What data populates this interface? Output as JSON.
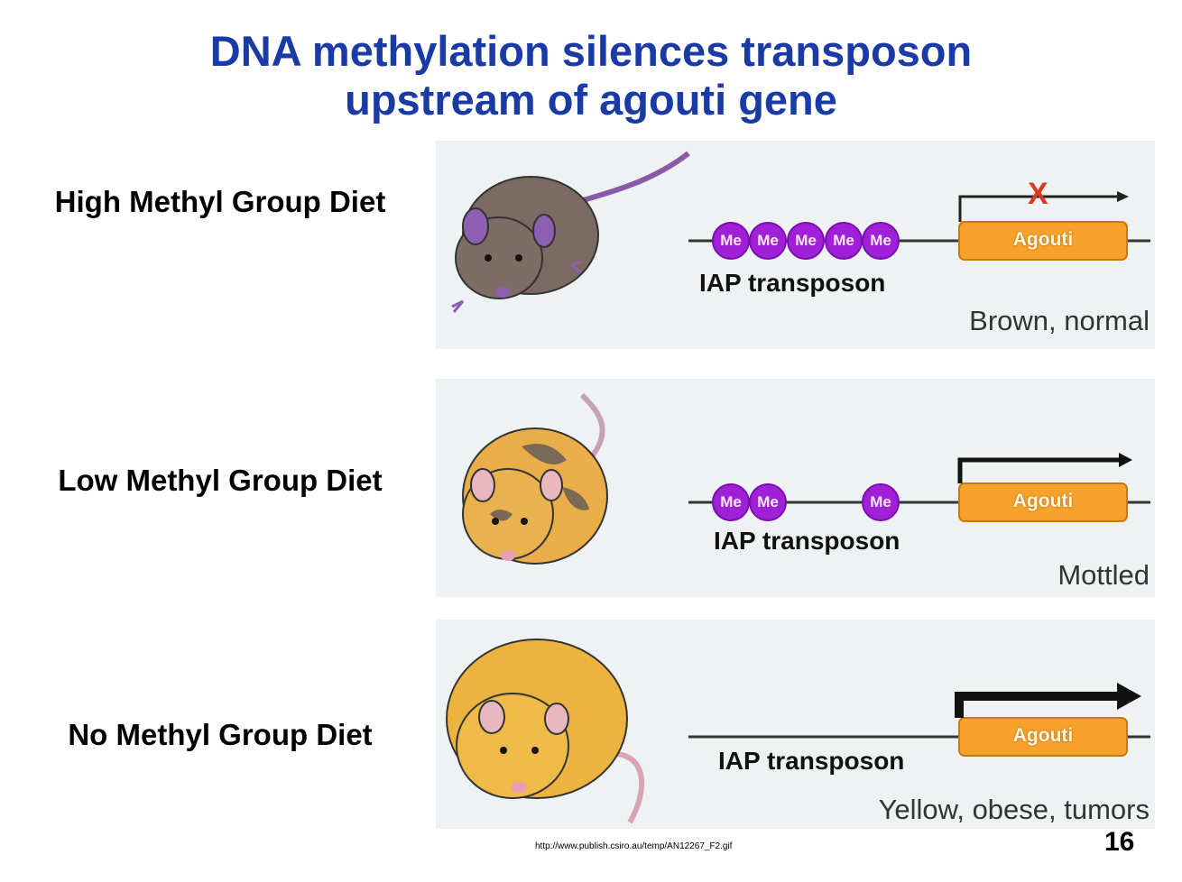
{
  "title": {
    "line1": "DNA methylation silences transposon",
    "line2": "upstream of agouti gene"
  },
  "panels": [
    {
      "diet": "High Methyl Group Diet",
      "me_labels": [
        "Me",
        "Me",
        "Me",
        "Me",
        "Me"
      ],
      "transposon_label": "IAP transposon",
      "gene_label": "Agouti",
      "phenotype": "Brown, normal",
      "blocked_mark": "X",
      "coat_color": "#7a6a62"
    },
    {
      "diet": "Low Methyl Group Diet",
      "me_labels": [
        "Me",
        "Me",
        "Me"
      ],
      "transposon_label": "IAP transposon",
      "gene_label": "Agouti",
      "phenotype": "Mottled",
      "coat_color": "#e9ad49"
    },
    {
      "diet": "No Methyl Group Diet",
      "me_labels": [],
      "transposon_label": "IAP transposon",
      "gene_label": "Agouti",
      "phenotype": "Yellow, obese, tumors",
      "coat_color": "#ecb43e"
    }
  ],
  "colors": {
    "title": "#1a3aa6",
    "methyl": "#a020d8",
    "gene": "#f7a22b"
  },
  "source": "http://www.publish.csiro.au/temp/AN12267_F2.gif",
  "page_number": "16"
}
